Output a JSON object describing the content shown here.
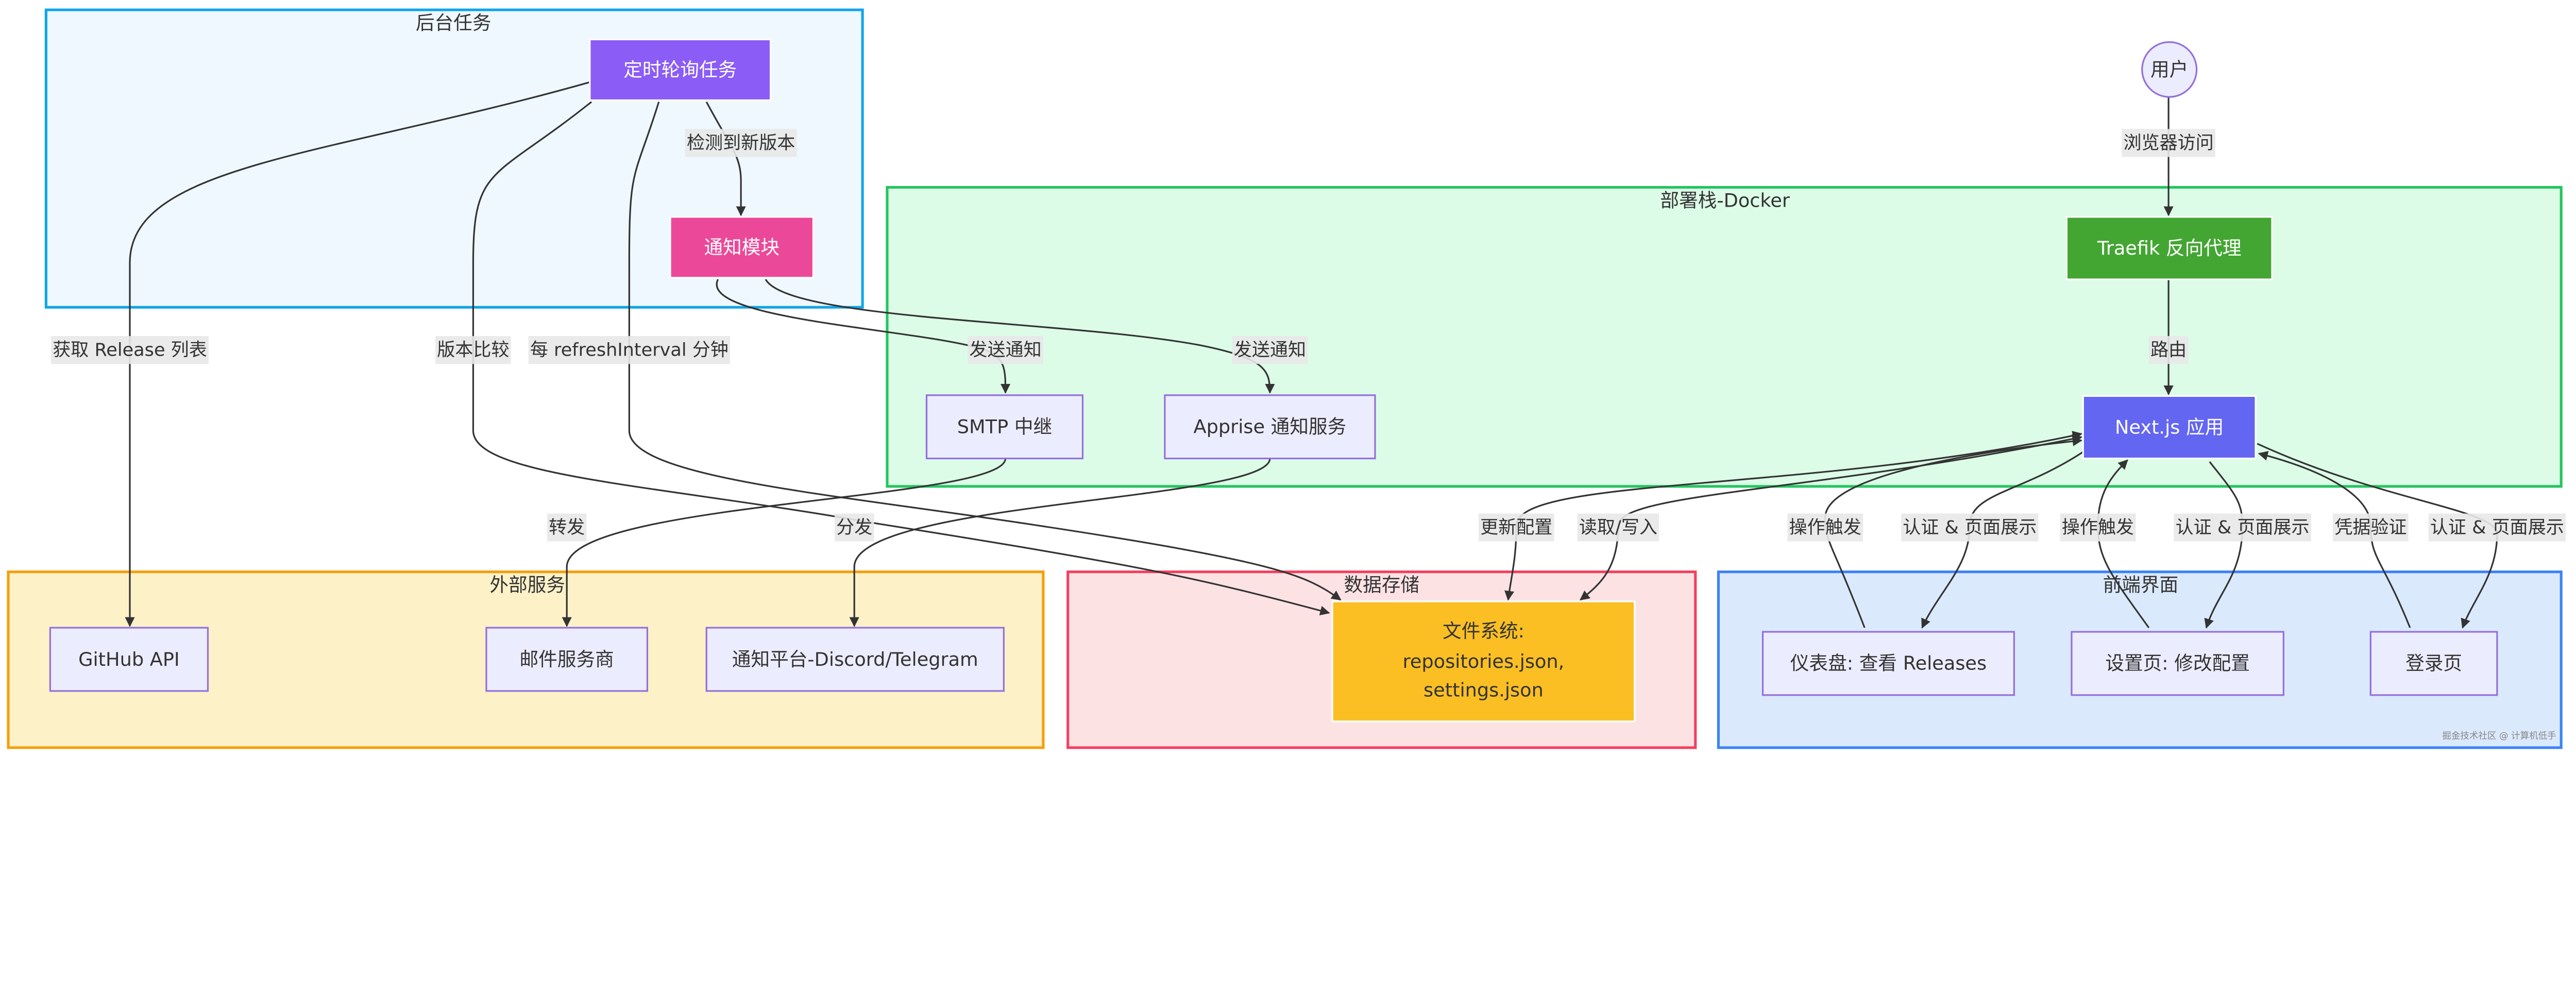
{
  "colors": {
    "background_tasks_fill": "#eff8ff",
    "background_tasks_stroke": "#0ea5e9",
    "docker_fill": "#dcfce7",
    "docker_stroke": "#22c55e",
    "external_fill": "#fef3c7",
    "external_stroke": "#f59e0b",
    "storage_fill": "#fee2e2",
    "storage_stroke": "#f43f5e",
    "frontend_fill": "#dbeafe",
    "frontend_stroke": "#3b82f6",
    "scheduler": "#8b5cf6",
    "notify_module": "#ec4899",
    "traefik": "#43a633",
    "nextjs": "#6366f1",
    "filesystem": "#fbbf24",
    "default_node_fill": "#ececff",
    "default_node_stroke": "#9370db"
  },
  "subgraphs": {
    "background_tasks": "后台任务",
    "docker": "部署栈-Docker",
    "external": "外部服务",
    "storage": "数据存储",
    "frontend": "前端界面"
  },
  "nodes": {
    "scheduler": "定时轮询任务",
    "notify_module": "通知模块",
    "user": "用户",
    "traefik": "Traefik 反向代理",
    "smtp": "SMTP 中继",
    "apprise": "Apprise 通知服务",
    "nextjs": "Next.js 应用",
    "github": "GitHub API",
    "mail_provider": "邮件服务商",
    "notify_platform": "通知平台-Discord/Telegram",
    "filesystem": [
      "文件系统:",
      "repositories.json,",
      "settings.json"
    ],
    "dashboard": "仪表盘: 查看 Releases",
    "settings_page": "设置页: 修改配置",
    "login_page": "登录页"
  },
  "edges": {
    "fetch_releases": "获取 Release 列表",
    "version_compare": "版本比较",
    "every_interval": "每 refreshInterval 分钟",
    "new_version": "检测到新版本",
    "send_notify_smtp": "发送通知",
    "send_notify_apprise": "发送通知",
    "forward": "转发",
    "distribute": "分发",
    "browser_access": "浏览器访问",
    "route": "路由",
    "update_config": "更新配置",
    "read_write": "读取/写入",
    "dashboard_action": "操作触发",
    "dashboard_auth": "认证 & 页面展示",
    "settings_action": "操作触发",
    "settings_auth": "认证 & 页面展示",
    "credential_check": "凭据验证",
    "login_auth": "认证 & 页面展示"
  },
  "watermark": "掘金技术社区 @ 计算机低手"
}
